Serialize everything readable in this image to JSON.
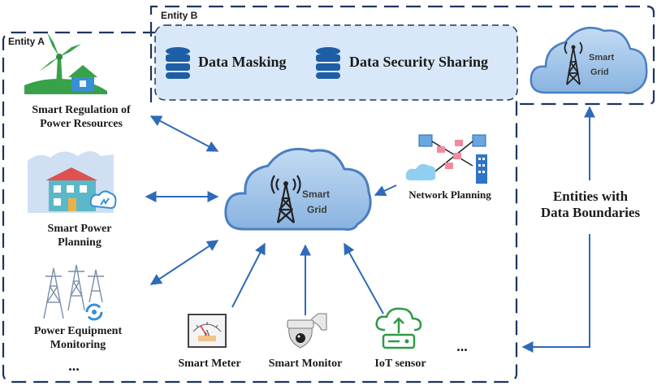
{
  "entity_a": "Entity A",
  "entity_b": "Entity B",
  "data_masking": "Data Masking",
  "data_security_sharing": "Data Security Sharing",
  "cloud_main": {
    "line1": "Smart",
    "line2": "Grid"
  },
  "cloud_small": {
    "line1": "Smart",
    "line2": "Grid"
  },
  "nodes": {
    "regulation": [
      "Smart Regulation of",
      "Power Resources"
    ],
    "planning": [
      "Smart Power",
      "Planning"
    ],
    "equipment": [
      "Power Equipment",
      "Monitoring"
    ],
    "network": "Network Planning",
    "meter": "Smart Meter",
    "monitor": "Smart Monitor",
    "iot": "IoT sensor",
    "ellipsis_left": "...",
    "ellipsis_bottom": "..."
  },
  "boundaries": [
    "Entities with",
    "Data Boundaries"
  ],
  "meter_letter": "A",
  "colors": {
    "boundary": "#1e3560",
    "arrow": "#2e6ab8",
    "cloud_fill": "#a8c8ea",
    "cloud_stroke": "#4a7fc0",
    "panel": "#d9e8f8"
  }
}
